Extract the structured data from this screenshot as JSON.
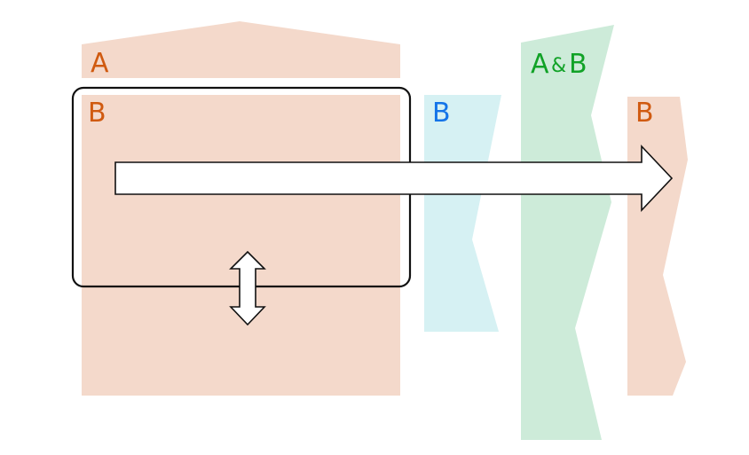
{
  "colors": {
    "peach_fill": "#f4d9cb",
    "cyan_fill": "#d6f1f3",
    "green_fill": "#cdebd9",
    "orange_text": "#d05a10",
    "blue_text": "#1474e8",
    "green_text": "#11a227",
    "outline": "#111111"
  },
  "labels": {
    "region_a": "A",
    "region_b_main": "B",
    "region_b_cyan": "B",
    "region_ab_left": "A",
    "region_ab_amp": "&",
    "region_ab_right": "B",
    "region_b_right": "B"
  },
  "arrows": {
    "horizontal": "single-head-right",
    "vertical": "double-head-up-down"
  }
}
